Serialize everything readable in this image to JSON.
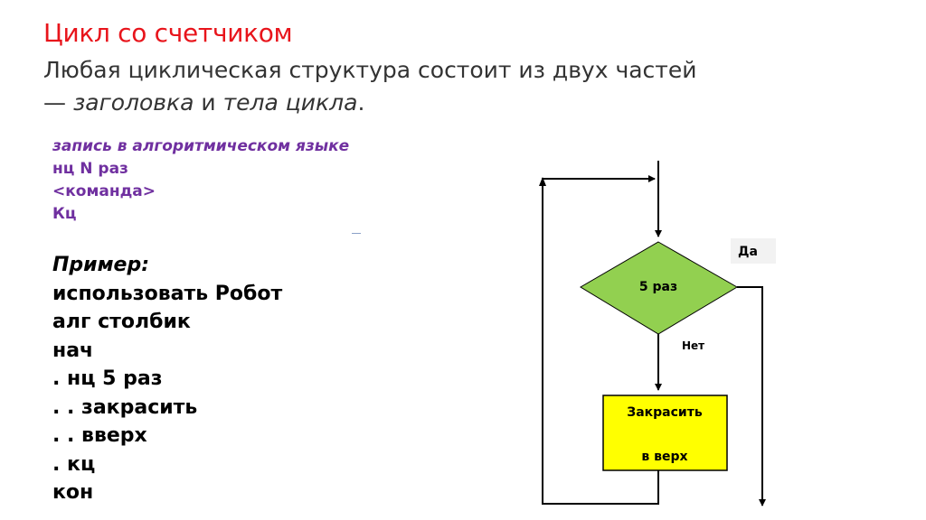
{
  "slide": {
    "title": "Цикл со счетчиком",
    "subtitle_line1": "Любая циклическая структура состоит из двух частей",
    "subtitle_dash": "— ",
    "subtitle_header": "заголовка",
    "subtitle_and": " и ",
    "subtitle_body": "тела цикла",
    "subtitle_end": "."
  },
  "algorithm": {
    "lines": [
      "запись в алгоритмическом языке",
      "нц N раз",
      "<команда>",
      "Кц"
    ]
  },
  "example": {
    "heading": "Пример:",
    "lines": [
      "использовать Робот",
      "алг столбик",
      "нач",
      ". нц 5 раз",
      ". . закрасить",
      ". . вверх",
      ". кц",
      "кон"
    ]
  },
  "flowchart": {
    "condition": "5 раз",
    "yes_label": "Да",
    "no_label": "Нет",
    "action_line1": "Закрасить",
    "action_line2": "в верх",
    "diamond_color": "#92d050",
    "box_color": "#ffff00"
  }
}
